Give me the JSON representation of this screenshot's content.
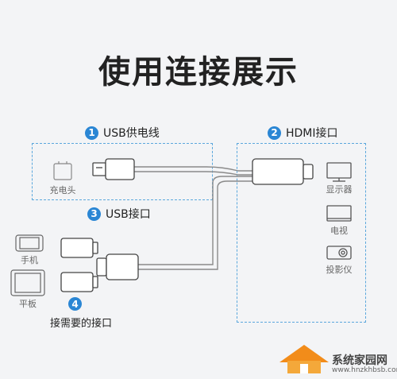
{
  "title": "使用连接展示",
  "steps": {
    "s1": {
      "num": "1",
      "label": "USB供电线"
    },
    "s2": {
      "num": "2",
      "label": "HDMI接口"
    },
    "s3": {
      "num": "3",
      "label": "USB接口"
    },
    "s4": {
      "num": "4",
      "label": "接需要的接口"
    }
  },
  "devices": {
    "charger": "充电头",
    "monitor": "显示器",
    "tv": "电视",
    "projector": "投影仪",
    "phone": "手机",
    "tablet": "平板"
  },
  "watermark": {
    "name": "系统家园网",
    "url": "www.hnzkhbsb.com"
  },
  "colors": {
    "accent": "#2a86d4",
    "line": "#8a8a8a"
  }
}
